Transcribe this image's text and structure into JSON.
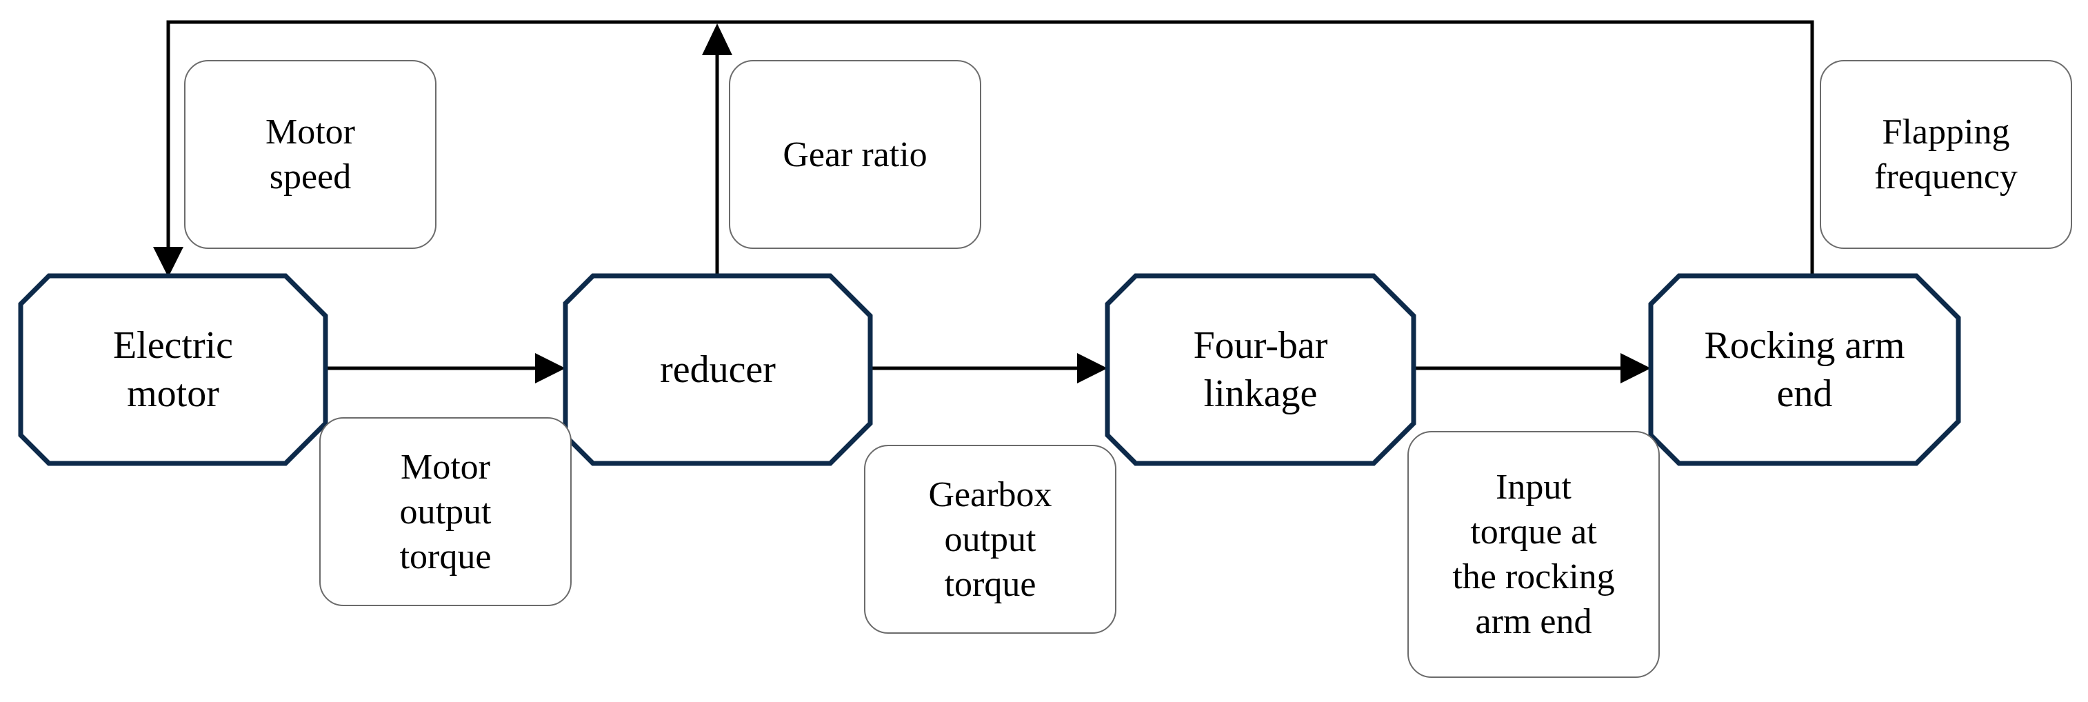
{
  "blocks": {
    "electric_motor": "Electric\nmotor",
    "reducer": "reducer",
    "four_bar_linkage": "Four-bar\nlinkage",
    "rocking_arm_end": "Rocking arm\nend"
  },
  "notes": {
    "motor_speed": "Motor\nspeed",
    "gear_ratio": "Gear ratio",
    "flapping_frequency": "Flapping\nfrequency",
    "motor_output_torque": "Motor\noutput\ntorque",
    "gearbox_output_torque": "Gearbox\noutput\ntorque",
    "input_torque": "Input\ntorque at\nthe rocking\narm end"
  },
  "colors": {
    "block_border": "#0d2a4a",
    "note_border": "#6b6b6b",
    "arrow": "#000000"
  }
}
